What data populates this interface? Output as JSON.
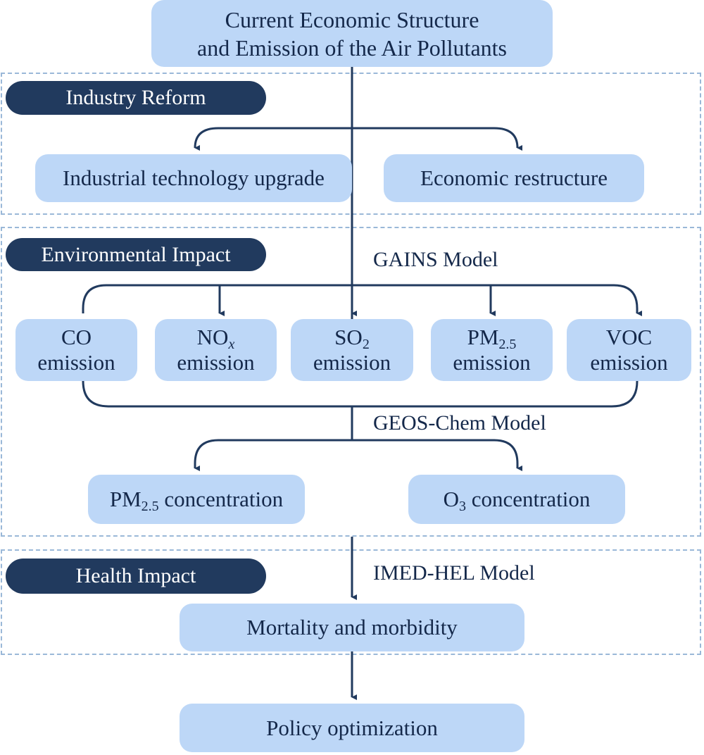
{
  "top": {
    "line1": "Current Economic Structure",
    "line2": "and Emission of the Air Pollutants"
  },
  "sections": {
    "industry": "Industry Reform",
    "environment": "Environmental Impact",
    "health": "Health Impact"
  },
  "industry_boxes": {
    "upgrade": "Industrial technology upgrade",
    "restructure": "Economic restructure"
  },
  "models": {
    "gains": "GAINS Model",
    "geos": "GEOS-Chem Model",
    "imed": "IMED-HEL Model"
  },
  "emissions": {
    "word": "emission",
    "co": "CO",
    "nox": {
      "base": "NO",
      "sub": "x"
    },
    "so2": {
      "base": "SO",
      "sub": "2"
    },
    "pm": {
      "base": "PM",
      "sub": "2.5"
    },
    "voc": "VOC"
  },
  "concentrations": {
    "pm": {
      "base": "PM",
      "sub": "2.5",
      "rest": " concentration"
    },
    "o3": {
      "base": "O",
      "sub": "3",
      "rest": " concentration"
    }
  },
  "health_box": "Mortality and morbidity",
  "policy_box": "Policy optimization",
  "colors": {
    "box": "#bdd7f7",
    "dark": "#213a5e",
    "dash": "#9ab8d8"
  }
}
